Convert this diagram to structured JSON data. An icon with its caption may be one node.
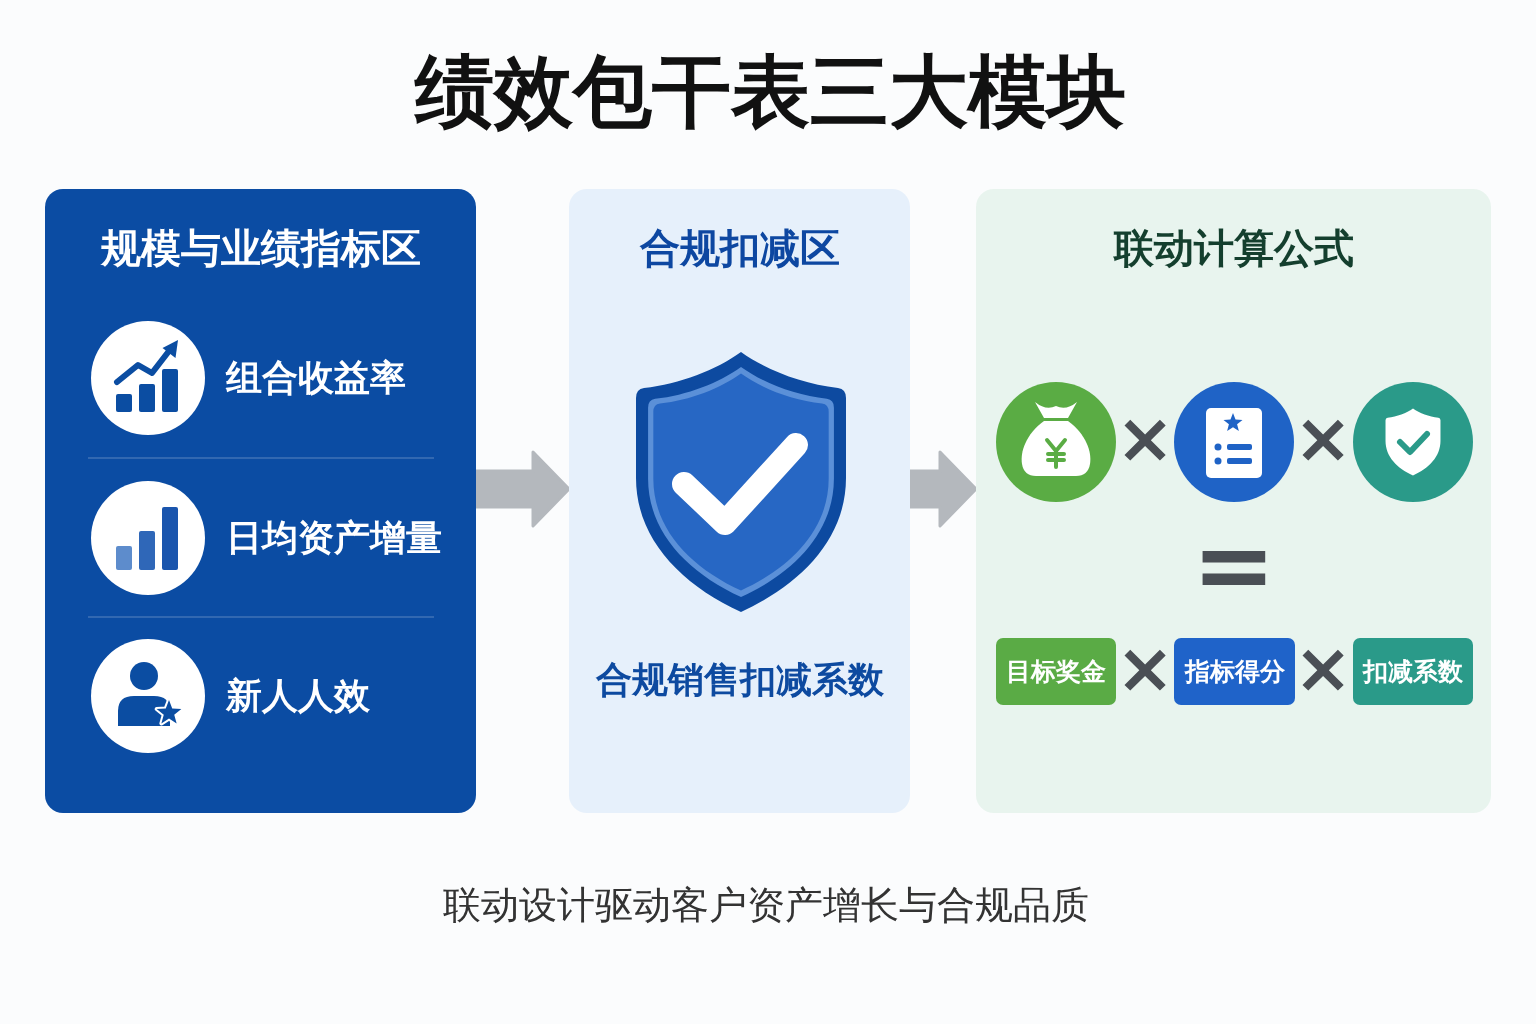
{
  "diagram": {
    "title": "绩效包干表三大模块",
    "caption": "联动设计驱动客户资产增长与合规品质",
    "nodes": [
      {
        "text": [
          "规模与业绩指标区",
          "组合收益率",
          "日均资产增量",
          "新人人效"
        ]
      },
      {
        "text": [
          "合规扣减区",
          "合规销售扣减系数"
        ]
      },
      {
        "text": [
          "联动计算公式"
        ]
      },
      {
        "text": [
          "目标奖金"
        ],
        "in": 2
      },
      {
        "text": [
          "指标得分"
        ],
        "in": 2
      },
      {
        "text": [
          "扣减系数"
        ],
        "in": 2
      }
    ],
    "edges": [
      {
        "from": 0,
        "to": 1,
        "arrow": "to",
        "style": "thick"
      },
      {
        "from": 1,
        "to": 2,
        "arrow": "to",
        "style": "thick"
      }
    ],
    "labels": [
      "×",
      "×",
      "=",
      "×",
      "×"
    ]
  }
}
